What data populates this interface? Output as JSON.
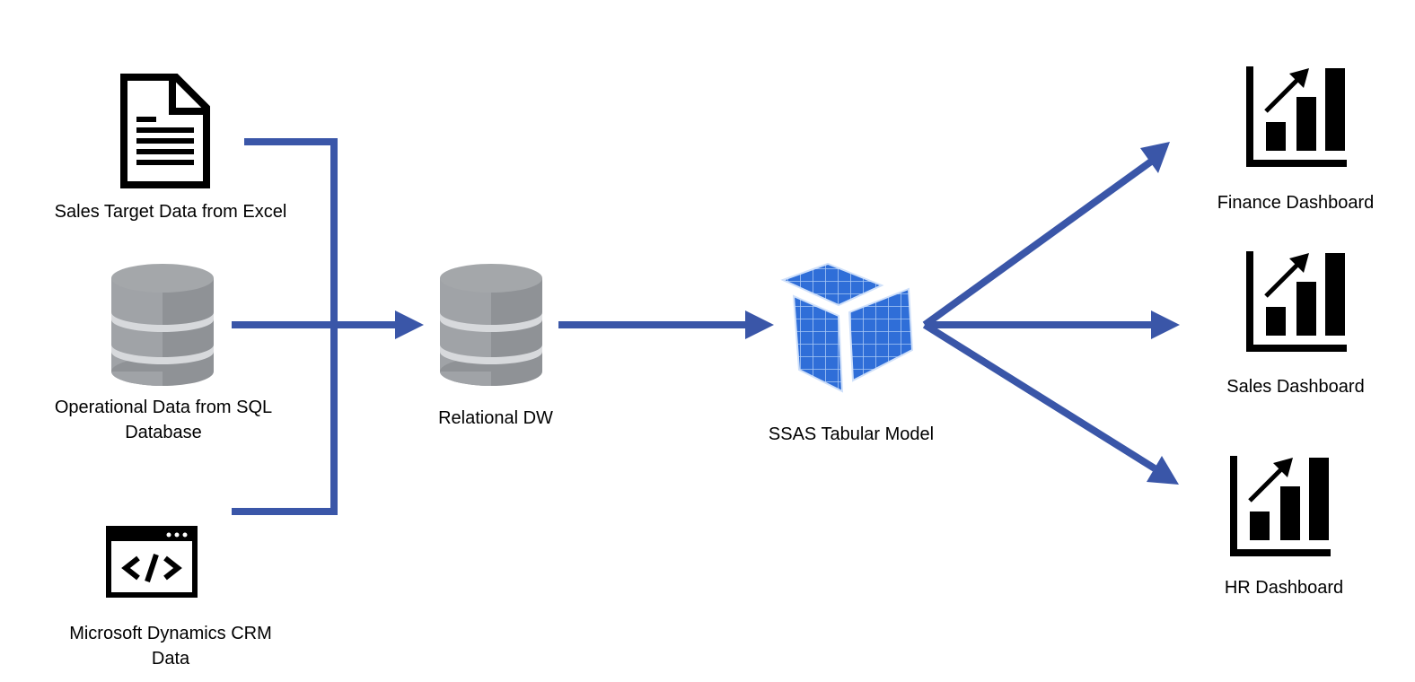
{
  "nodes": {
    "excel": {
      "label": "Sales Target Data from Excel"
    },
    "sql": {
      "label": "Operational Data from SQL Database"
    },
    "crm": {
      "label": "Microsoft Dynamics CRM Data"
    },
    "dw": {
      "label": "Relational DW"
    },
    "ssas": {
      "label": "SSAS Tabular Model"
    },
    "finance": {
      "label": "Finance Dashboard"
    },
    "sales": {
      "label": "Sales Dashboard"
    },
    "hr": {
      "label": "HR Dashboard"
    }
  },
  "colors": {
    "arrow": "#3a56a8",
    "db_body": "#8f9296",
    "db_top": "#a4a7aa",
    "db_band": "#d7d9dc",
    "cube_blue": "#2f6ed8",
    "icon": "#000000"
  },
  "icons": {
    "excel": "document-icon",
    "sql": "database-icon",
    "crm": "code-window-icon",
    "dw": "database-icon",
    "ssas": "cube-icon",
    "finance": "bar-chart-icon",
    "sales": "bar-chart-icon",
    "hr": "bar-chart-icon"
  }
}
